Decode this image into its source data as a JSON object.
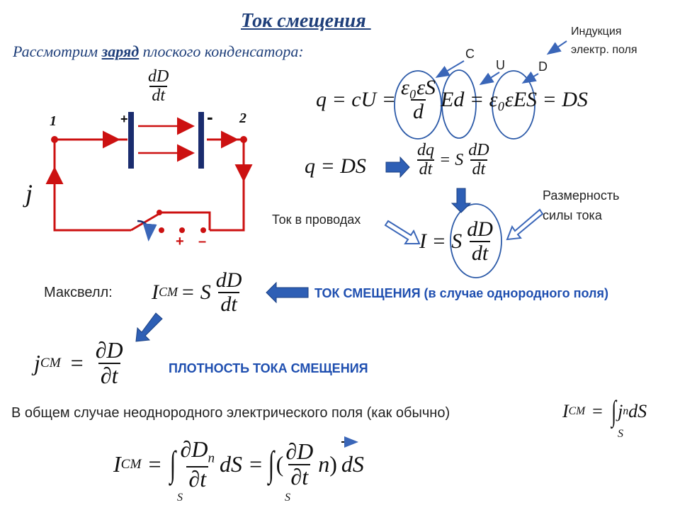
{
  "title": "Ток смещения ",
  "intro": {
    "before": "Рассмотрим ",
    "underlined": "заряд",
    "after": " плоского конденсатора:"
  },
  "circuit": {
    "fraction_num": "dD",
    "fraction_den": "dt",
    "node_left": "1",
    "node_right": "2",
    "plus_plate": "+",
    "minus_plate": "-",
    "current_label": "j",
    "source_plus": "+",
    "source_minus": "–"
  },
  "labels": {
    "induction_line1": "Индукция",
    "induction_line2": "электр. поля",
    "C": "C",
    "U": "U",
    "D": "D",
    "dimension_line1": "Размерность",
    "dimension_line2": "силы тока",
    "wire_current": "Ток в проводах",
    "maxwell": "Максвелл:",
    "displacement_current": "ТОК СМЕЩЕНИЯ (в случае однородного поля)",
    "displacement_density": "ПЛОТНОСТЬ ТОКА СМЕЩЕНИЯ",
    "general_case": "В общем случае неоднородного электрического поля (как обычно)"
  },
  "equations": {
    "eq1_a": "q = cU =",
    "eq1_frac_num": "ε₀εS",
    "eq1_frac_den": "d",
    "eq1_b": "Ed = ε₀εES = DS",
    "eq2": "q = DS",
    "eq3_num1": "dq",
    "eq3_den1": "dt",
    "eq3_mid": "= S",
    "eq3_num2": "dD",
    "eq3_den2": "dt",
    "eq4_left": "I = S",
    "eq4_num": "dD",
    "eq4_den": "dt",
    "maxwell_left": "I",
    "maxwell_sub": "CM",
    "maxwell_mid": "= S",
    "maxwell_num": "dD",
    "maxwell_den": "dt",
    "density_left": "j",
    "density_sub": "CM",
    "density_eq": "=",
    "density_num": "∂D",
    "density_den": "∂t",
    "gen_left": "I",
    "gen_sub": "CM",
    "gen_eq": "=",
    "gen_int": "∫",
    "gen_j": "j",
    "gen_jsub": "n",
    "gen_dS": "dS",
    "gen_lim": "S",
    "big_left": "I",
    "big_sub": "CM",
    "big_eq": "=",
    "big_int": "∫",
    "big_num1": "∂D",
    "big_num1_sub": "n",
    "big_den1": "∂t",
    "big_dS1": "dS =",
    "big_open": "(",
    "big_num2": "∂D",
    "big_den2": "∂t",
    "big_n": "n",
    "big_close": ")",
    "big_dS2": "dS",
    "big_lim": "S"
  },
  "colors": {
    "circuit": "#cc1111",
    "title": "#1f3f7a",
    "caption": "#1f4fb0",
    "arrow_fill": "#2e5fb5",
    "arrow_outline": "#3a66b8"
  }
}
